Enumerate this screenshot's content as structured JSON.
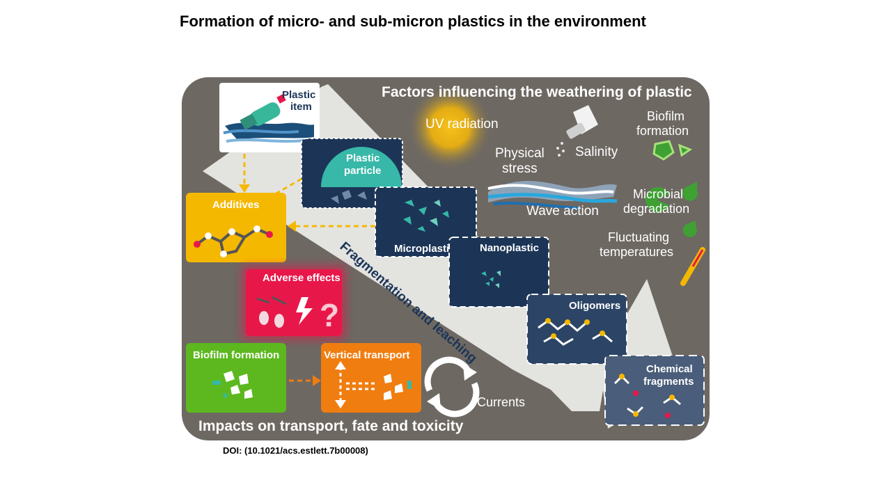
{
  "title": "Formation of micro- and sub-micron plastics in the environment",
  "doi": "DOI: (10.1021/acs.estlett.7b00008)",
  "diagram": {
    "factors_header": "Factors influencing the weathering of plastic",
    "factors": {
      "uv": "UV radiation",
      "salinity": "Salinity",
      "biofilm_line1": "Biofilm",
      "biofilm_line2": "formation",
      "physical_line1": "Physical",
      "physical_line2": "stress",
      "wave": "Wave action",
      "microbial_line1": "Microbial",
      "microbial_line2": "degradation",
      "fluct_line1": "Fluctuating",
      "fluct_line2": "temperatures"
    },
    "stages": {
      "plastic_item_line1": "Plastic",
      "plastic_item_line2": "item",
      "plastic_particle_line1": "Plastic",
      "plastic_particle_line2": "particle",
      "microplastic": "Microplastic",
      "nanoplastic": "Nanoplastic",
      "oligomers": "Oligomers",
      "chemical_line1": "Chemical",
      "chemical_line2": "fragments"
    },
    "fragmentation": "Fragmentation and leaching",
    "impacts": {
      "additives": "Additives",
      "adverse": "Adverse effects",
      "biofilm": "Biofilm formation",
      "vertical": "Vertical  transport",
      "currents": "Currents"
    },
    "impacts_footer": "Impacts on transport, fate and toxicity"
  },
  "colors": {
    "panel": "#6d6862",
    "arrow": "#e3e3e0",
    "navy": "#1c3557",
    "teal": "#37b8a8",
    "additives": "#f5b800",
    "adverse": "#e8174a",
    "biofilm": "#5cb81e",
    "vertical": "#f07d10",
    "sun": "#f3bb0a",
    "arrow_dash": "#f5b800"
  }
}
